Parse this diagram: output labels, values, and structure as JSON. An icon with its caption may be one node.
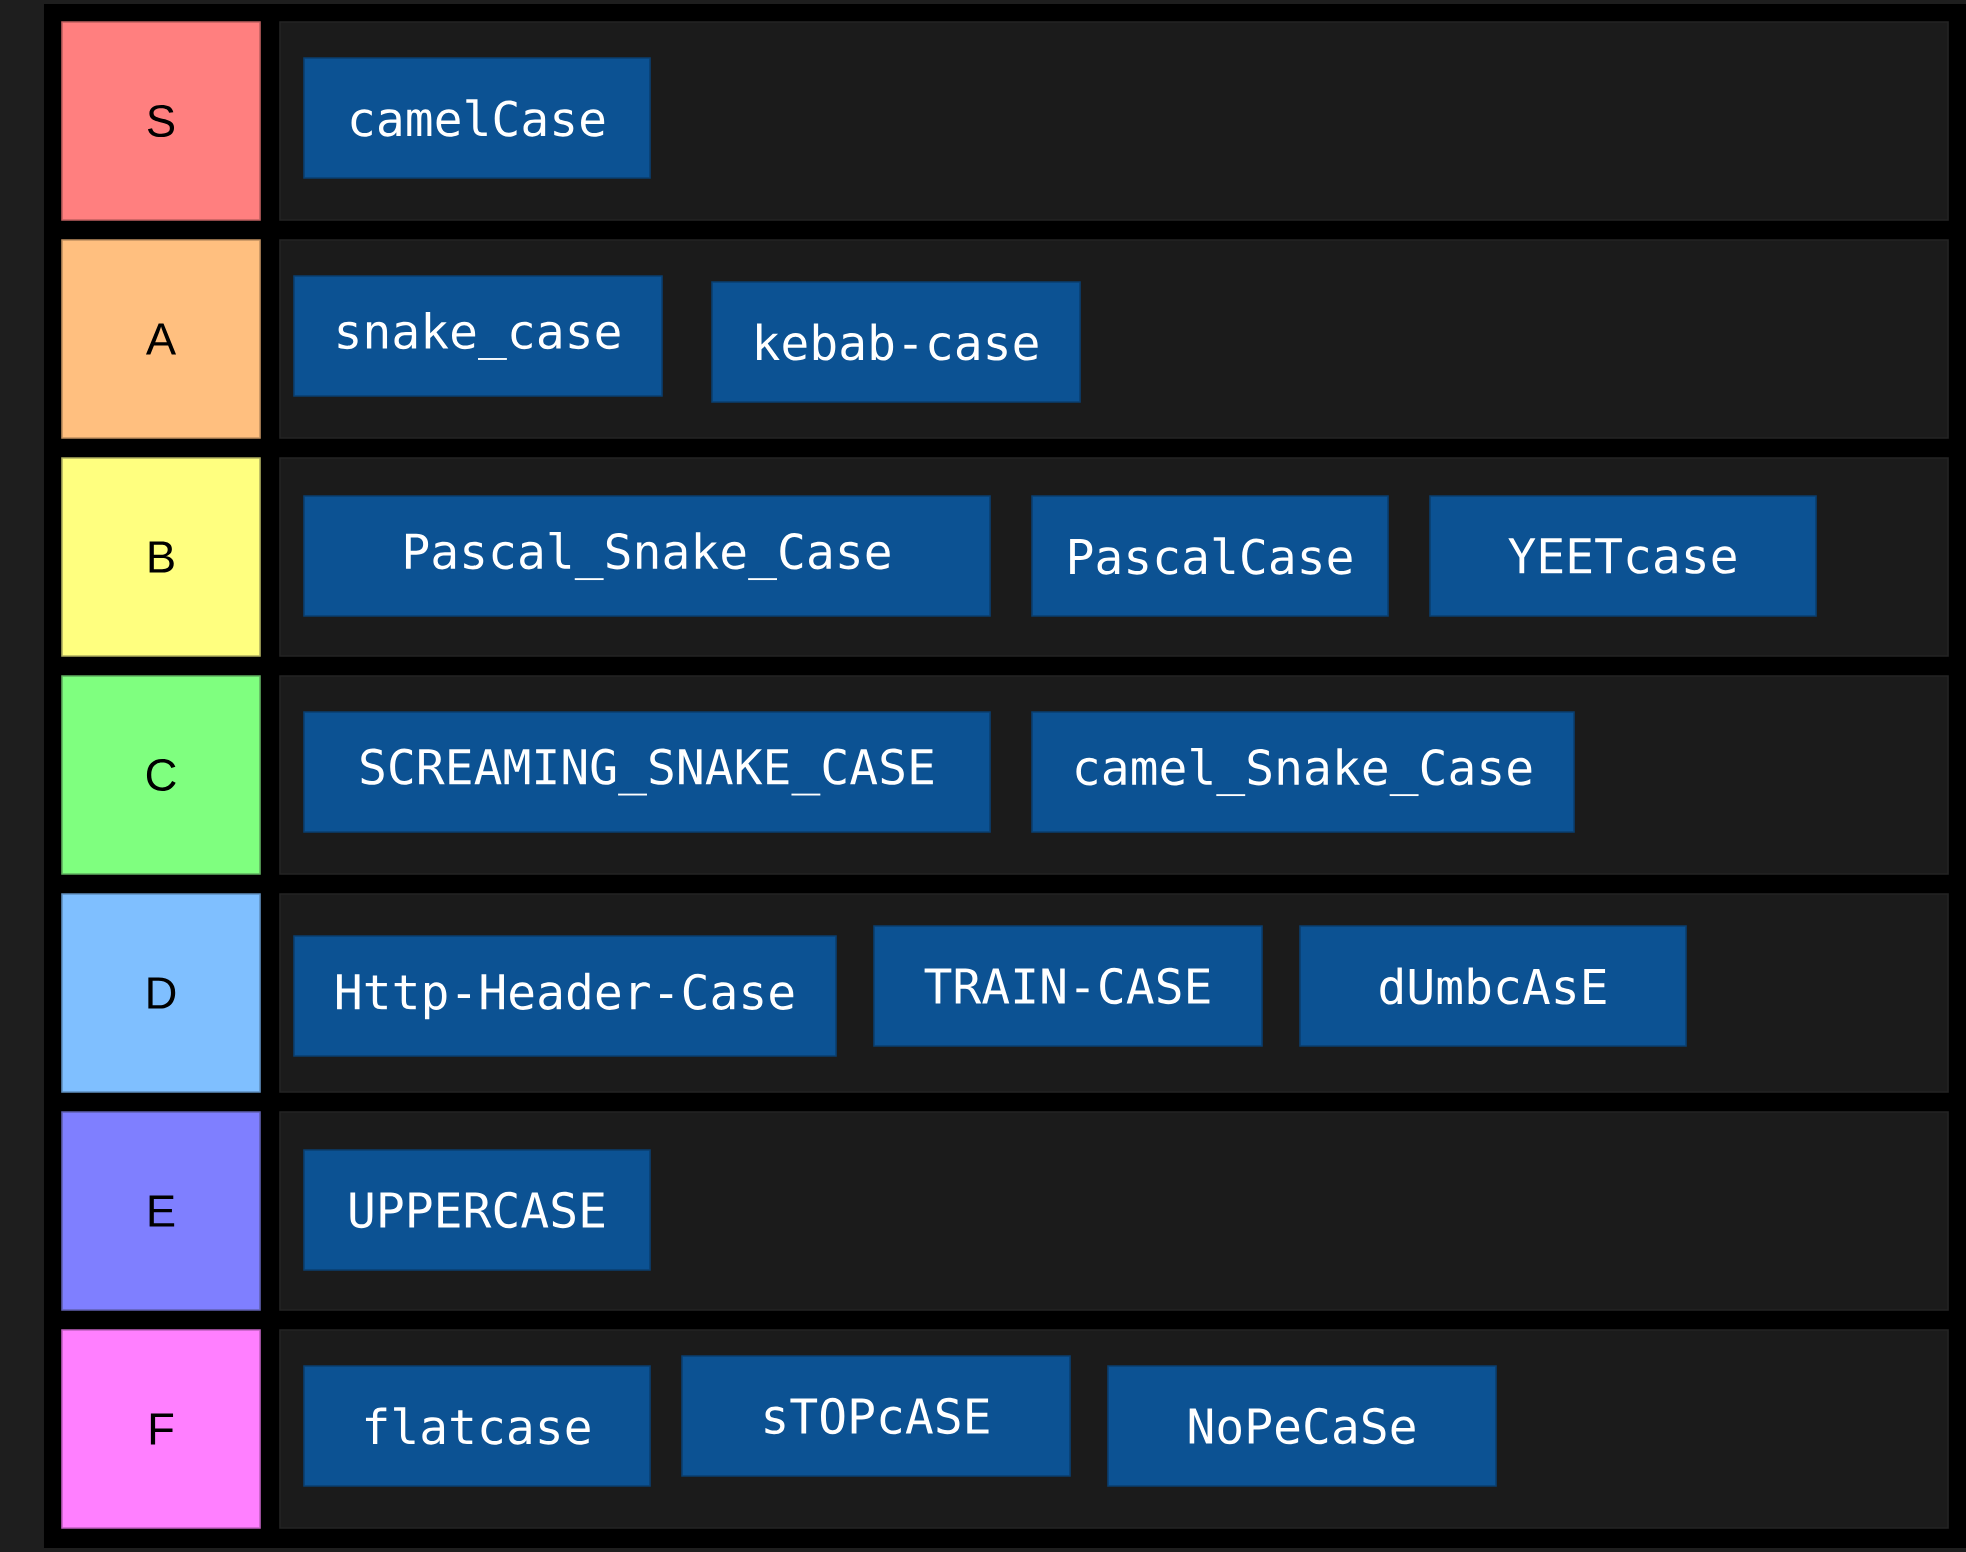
{
  "diagram": {
    "nodes": [
      {
        "text": [
          "S"
        ]
      },
      {
        "text": [],
        "shape": "box"
      },
      {
        "text": [
          "camelCase"
        ],
        "in": 1
      },
      {
        "text": [
          "A"
        ]
      },
      {
        "text": [],
        "shape": "box"
      },
      {
        "text": [
          "snake_case"
        ],
        "in": 4
      },
      {
        "text": [
          "kebab-case"
        ],
        "in": 4
      },
      {
        "text": [
          "B"
        ]
      },
      {
        "text": [],
        "shape": "box"
      },
      {
        "text": [
          "Pascal_Snake_Case"
        ],
        "in": 8
      },
      {
        "text": [
          "PascalCase"
        ],
        "in": 8
      },
      {
        "text": [
          "YEETcase"
        ],
        "in": 8
      },
      {
        "text": [
          "C"
        ]
      },
      {
        "text": [],
        "shape": "box"
      },
      {
        "text": [
          "SCREAMING_SNAKE_CASE"
        ],
        "in": 13
      },
      {
        "text": [
          "camel_Snake_Case"
        ],
        "in": 13
      },
      {
        "text": [
          "D"
        ]
      },
      {
        "text": [],
        "shape": "box"
      },
      {
        "text": [
          "Http-Header-Case"
        ],
        "in": 17
      },
      {
        "text": [
          "TRAIN-CASE"
        ],
        "in": 17
      },
      {
        "text": [
          "dUmbcAsE"
        ],
        "in": 17
      },
      {
        "text": [
          "E"
        ]
      },
      {
        "text": [],
        "shape": "box"
      },
      {
        "text": [
          "UPPERCASE"
        ],
        "in": 22
      },
      {
        "text": [
          "F"
        ]
      },
      {
        "text": [],
        "shape": "box"
      },
      {
        "text": [
          "flatcase"
        ],
        "in": 25
      },
      {
        "text": [
          "sTOPcASE"
        ],
        "in": 25
      },
      {
        "text": [
          "NoPeCaSe"
        ],
        "in": 25
      }
    ]
  }
}
